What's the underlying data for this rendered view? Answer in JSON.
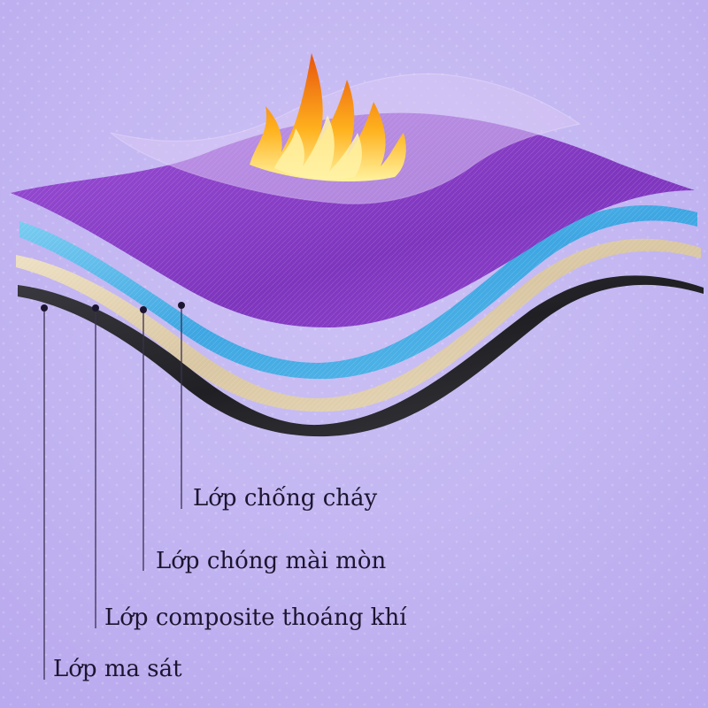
{
  "labels": {
    "fire_resistant": "Lớp chống cháy",
    "abrasion_resistant": "Lớp chóng mài mòn",
    "breathable_composite": "Lớp composite thoáng khí",
    "friction": "Lớp ma sát"
  },
  "colors": {
    "background": "#c5b8f2",
    "fire_layer": "#8a3fc6",
    "abrasion_layer": "#4fb4e6",
    "composite_layer": "#e3d3b4",
    "friction_layer": "#2a2a2e",
    "flame": "#f39a1a"
  }
}
